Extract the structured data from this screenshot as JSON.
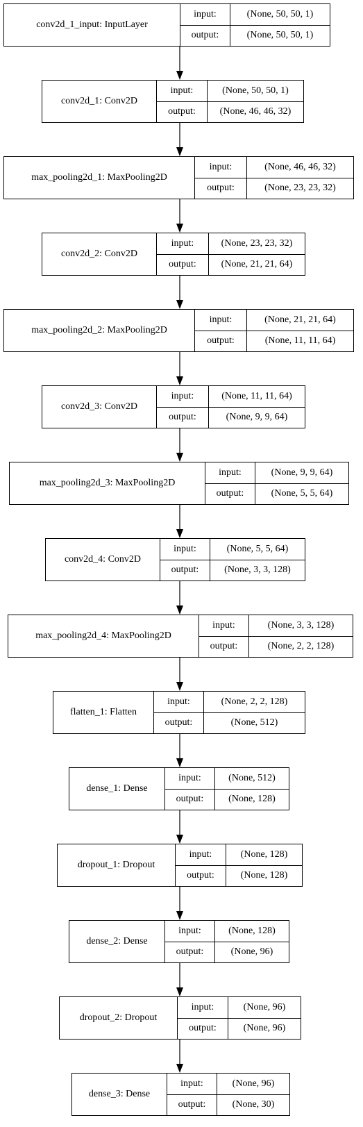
{
  "diagram": {
    "title": "",
    "layers": [
      {
        "name": "conv2d_1_input: InputLayer",
        "input_label": "input:",
        "output_label": "output:",
        "input_shape": "(None, 50, 50, 1)",
        "output_shape": "(None, 50, 50, 1)"
      },
      {
        "name": "conv2d_1: Conv2D",
        "input_label": "input:",
        "output_label": "output:",
        "input_shape": "(None, 50, 50, 1)",
        "output_shape": "(None, 46, 46, 32)"
      },
      {
        "name": "max_pooling2d_1: MaxPooling2D",
        "input_label": "input:",
        "output_label": "output:",
        "input_shape": "(None, 46, 46, 32)",
        "output_shape": "(None, 23, 23, 32)"
      },
      {
        "name": "conv2d_2: Conv2D",
        "input_label": "input:",
        "output_label": "output:",
        "input_shape": "(None, 23, 23, 32)",
        "output_shape": "(None, 21, 21, 64)"
      },
      {
        "name": "max_pooling2d_2: MaxPooling2D",
        "input_label": "input:",
        "output_label": "output:",
        "input_shape": "(None, 21, 21, 64)",
        "output_shape": "(None, 11, 11, 64)"
      },
      {
        "name": "conv2d_3: Conv2D",
        "input_label": "input:",
        "output_label": "output:",
        "input_shape": "(None, 11, 11, 64)",
        "output_shape": "(None, 9, 9, 64)"
      },
      {
        "name": "max_pooling2d_3: MaxPooling2D",
        "input_label": "input:",
        "output_label": "output:",
        "input_shape": "(None, 9, 9, 64)",
        "output_shape": "(None, 5, 5, 64)"
      },
      {
        "name": "conv2d_4: Conv2D",
        "input_label": "input:",
        "output_label": "output:",
        "input_shape": "(None, 5, 5, 64)",
        "output_shape": "(None, 3, 3, 128)"
      },
      {
        "name": "max_pooling2d_4: MaxPooling2D",
        "input_label": "input:",
        "output_label": "output:",
        "input_shape": "(None, 3, 3, 128)",
        "output_shape": "(None, 2, 2, 128)"
      },
      {
        "name": "flatten_1: Flatten",
        "input_label": "input:",
        "output_label": "output:",
        "input_shape": "(None, 2, 2, 128)",
        "output_shape": "(None, 512)"
      },
      {
        "name": "dense_1: Dense",
        "input_label": "input:",
        "output_label": "output:",
        "input_shape": "(None, 512)",
        "output_shape": "(None, 128)"
      },
      {
        "name": "dropout_1: Dropout",
        "input_label": "input:",
        "output_label": "output:",
        "input_shape": "(None, 128)",
        "output_shape": "(None, 128)"
      },
      {
        "name": "dense_2: Dense",
        "input_label": "input:",
        "output_label": "output:",
        "input_shape": "(None, 128)",
        "output_shape": "(None, 96)"
      },
      {
        "name": "dropout_2: Dropout",
        "input_label": "input:",
        "output_label": "output:",
        "input_shape": "(None, 96)",
        "output_shape": "(None, 96)"
      },
      {
        "name": "dense_3: Dense",
        "input_label": "input:",
        "output_label": "output:",
        "input_shape": "(None, 96)",
        "output_shape": "(None, 30)"
      }
    ],
    "colors": {
      "border": "#000000",
      "background": "#ffffff",
      "text": "#000000",
      "arrow": "#000000"
    }
  }
}
